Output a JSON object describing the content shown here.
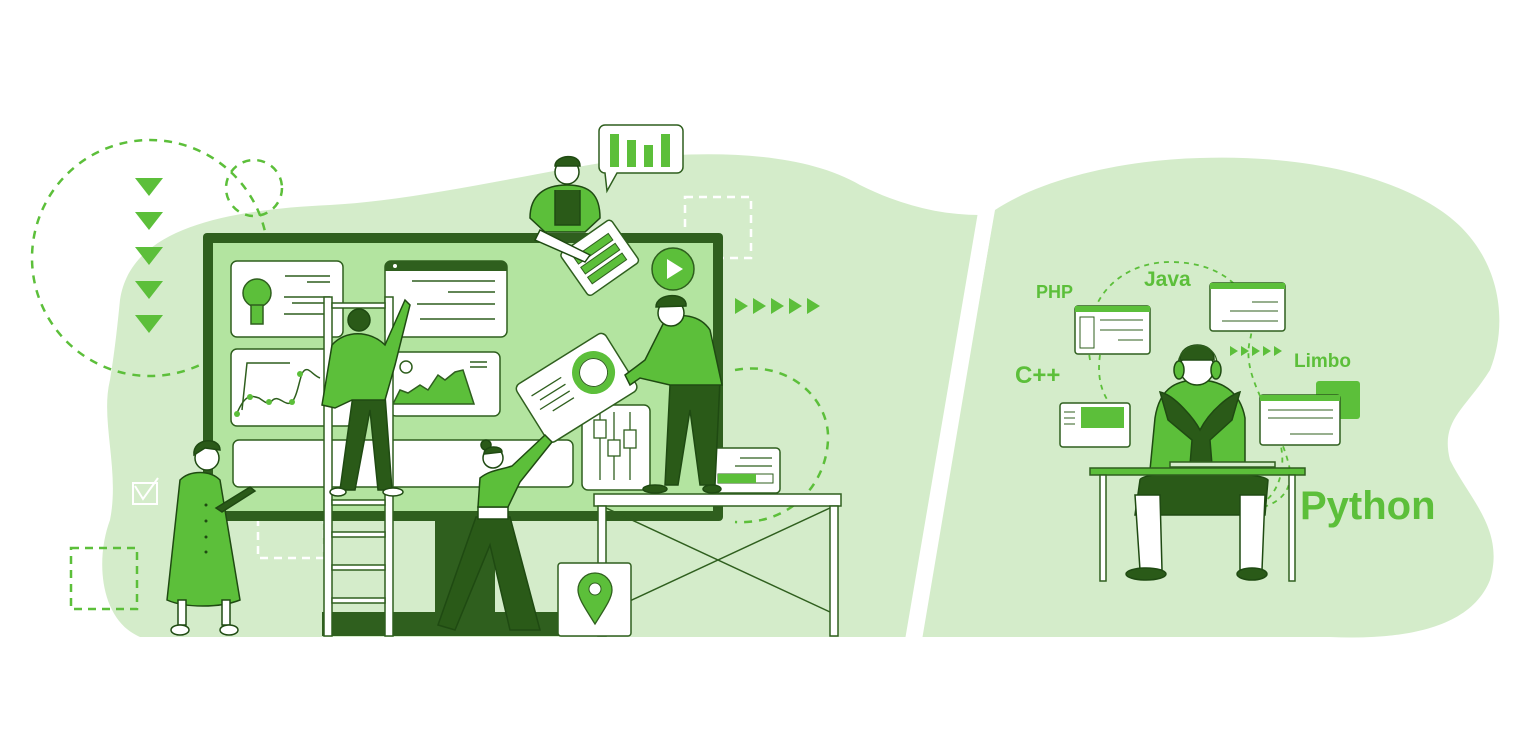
{
  "illustration": {
    "description": "Flat green illustration: left panel shows a team building a dashboard on a giant monitor; right panel shows a developer with headphones coding surrounded by programming language labels",
    "colors": {
      "background": "#ffffff",
      "blob_light": "#d4ecca",
      "screen_fill": "#b3e4a0",
      "accent_green": "#5cbf3a",
      "dark_green": "#2a5a18",
      "outline": "#2f5f1e",
      "card_white": "#ffffff"
    },
    "left_panel": {
      "monitor_cards": [
        "lightbulb-card",
        "browser-text-card",
        "line-chart-card",
        "area-chart-card",
        "empty-card",
        "candlestick-card"
      ],
      "speech_bubble_bars": [
        4,
        3,
        2.5,
        4
      ],
      "decor": [
        "down-arrows",
        "dashed-circle",
        "play-button",
        "right-arrows",
        "location-pin-card",
        "checkmark",
        "progress-card"
      ]
    },
    "right_panel": {
      "languages": {
        "php": "PHP",
        "java": "Java",
        "cpp": "C++",
        "limbo": "Limbo",
        "python": "Python"
      }
    }
  }
}
